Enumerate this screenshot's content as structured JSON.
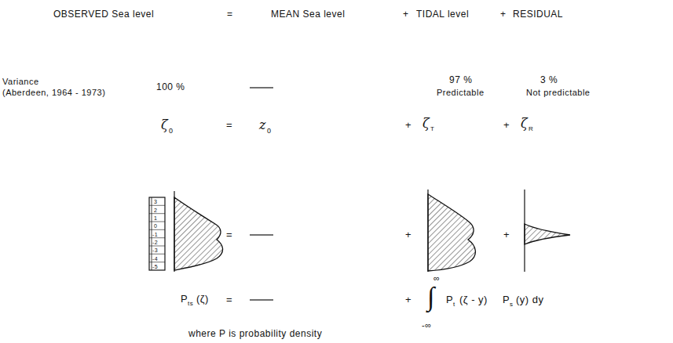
{
  "diagram": {
    "labels": [
      "OBSERVED Sea level",
      "=",
      "MEAN Sea level",
      "+",
      "TIDAL level",
      "+",
      "RESIDUAL",
      "Variance",
      "(Aberdeen, 1964 - 1973)",
      "100 %",
      "97 %",
      "Predictable",
      "3 %",
      "Not predictable",
      "ζ",
      "0",
      "=",
      "z",
      "0",
      "+",
      "ζ",
      "T",
      "+",
      "ζ",
      "R",
      "=",
      "+",
      "+",
      "3",
      "2",
      "1",
      "0",
      "-1",
      "-2",
      "-3",
      "-4",
      "-5",
      "P",
      "ts",
      "(ζ)",
      "=",
      "+",
      "∫",
      "∞",
      "-∞",
      "P",
      "t",
      "(ζ - y)",
      "P",
      "s",
      "(y) dy",
      "where P is probability density"
    ]
  }
}
